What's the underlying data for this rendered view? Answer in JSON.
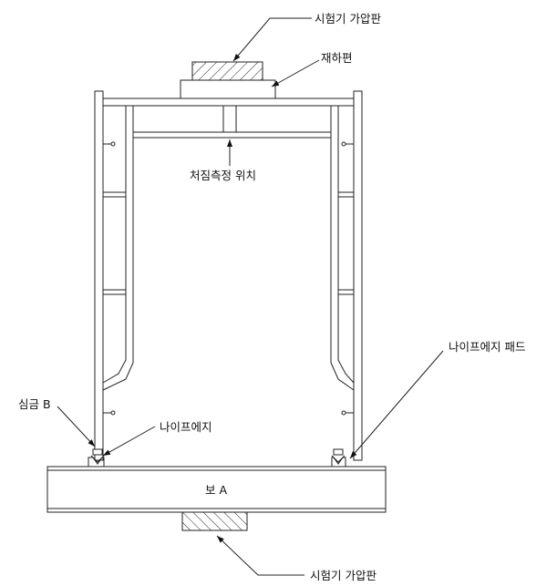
{
  "labels": {
    "top_platen": "시험기 가압판",
    "loading_piece": "재하편",
    "deflection_point": "처짐측정 위치",
    "knife_edge_pad": "나이프에지 패드",
    "core_b": "심금 B",
    "knife_edge": "나이프에지",
    "beam_a": "보 A",
    "bottom_platen": "시험기 가압판"
  },
  "colors": {
    "line": "#222222",
    "background": "#ffffff"
  }
}
